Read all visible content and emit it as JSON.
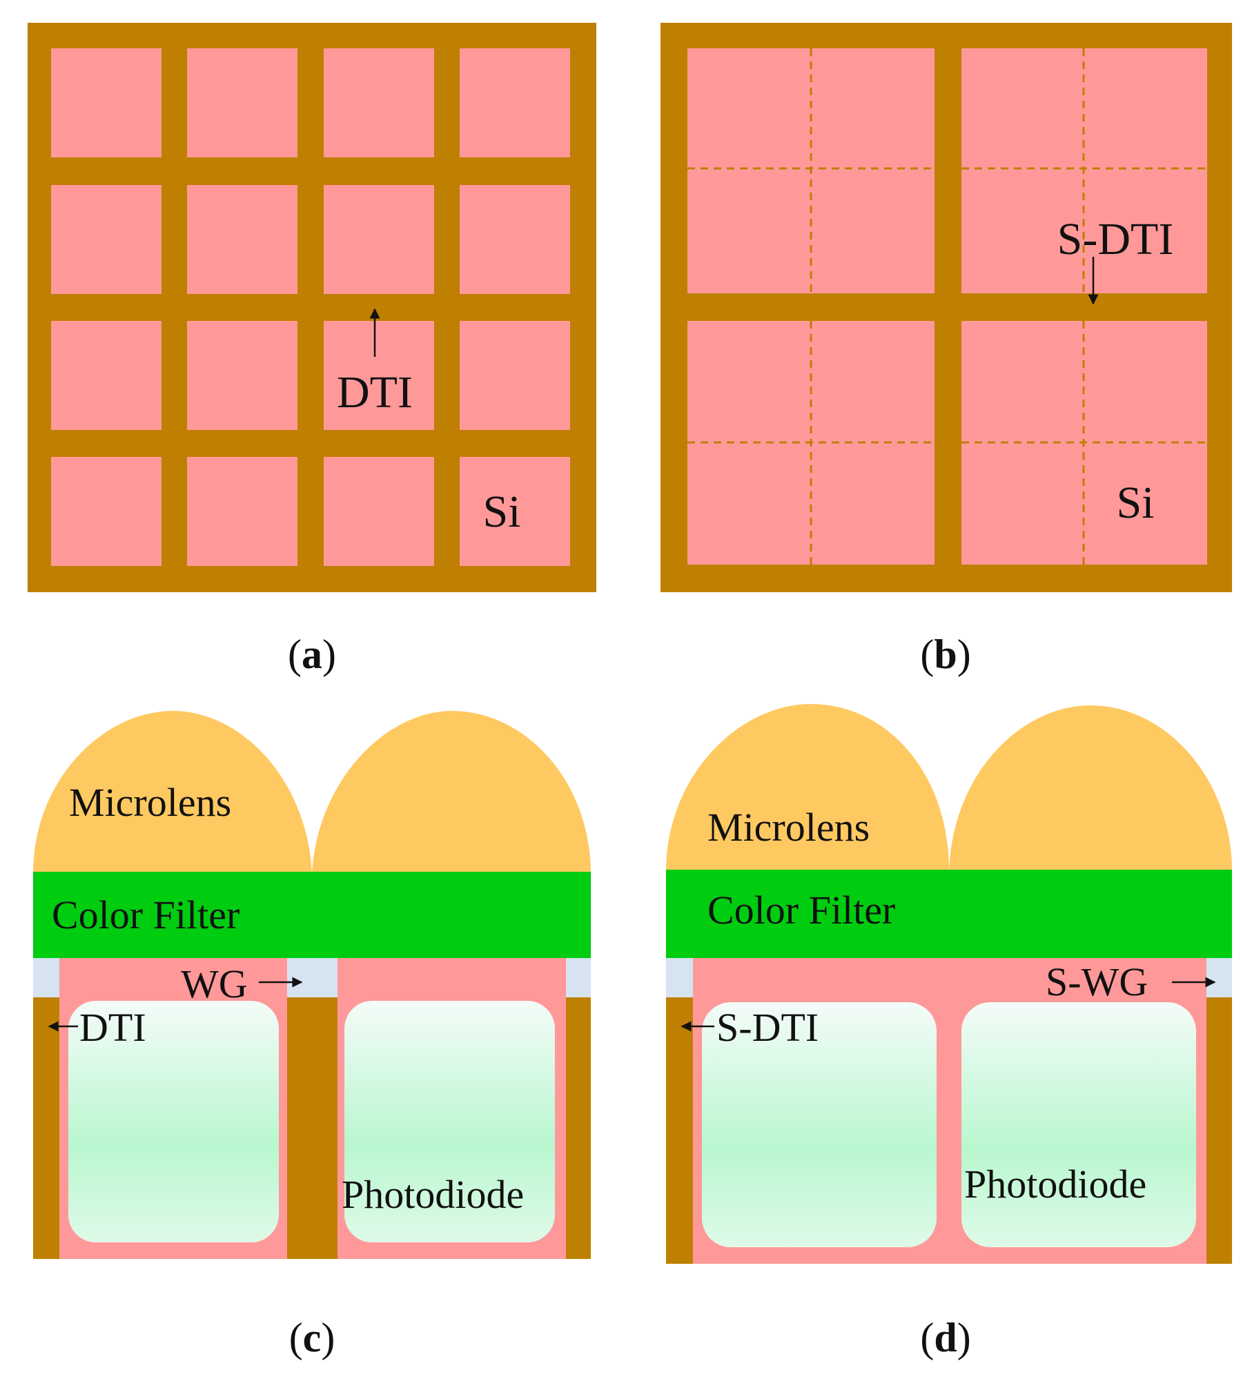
{
  "colors": {
    "dti": "#BF7F00",
    "silicon": "#FF9999",
    "microlens": "#FFC961",
    "color_filter": "#00CC10",
    "waveguide": "#D6E3F0",
    "photodiode_top": "#F4FBF8",
    "photodiode_mid": "#B9F7CF",
    "photodiode_bottom": "#DFFAE8",
    "background": "#FFFFFF"
  },
  "panel_a": {
    "label_dti": "DTI",
    "label_si": "Si",
    "caption": "a"
  },
  "panel_b": {
    "label_sdti": "S-DTI",
    "label_si": "Si",
    "caption": "b"
  },
  "panel_c": {
    "label_microlens": "Microlens",
    "label_color_filter": "Color Filter",
    "label_wg": "WG",
    "label_dti": "DTI",
    "label_photodiode": "Photodiode",
    "caption": "c"
  },
  "panel_d": {
    "label_microlens": "Microlens",
    "label_color_filter": "Color Filter",
    "label_swg": "S-WG",
    "label_sdti": "S-DTI",
    "label_photodiode": "Photodiode",
    "caption": "d"
  }
}
